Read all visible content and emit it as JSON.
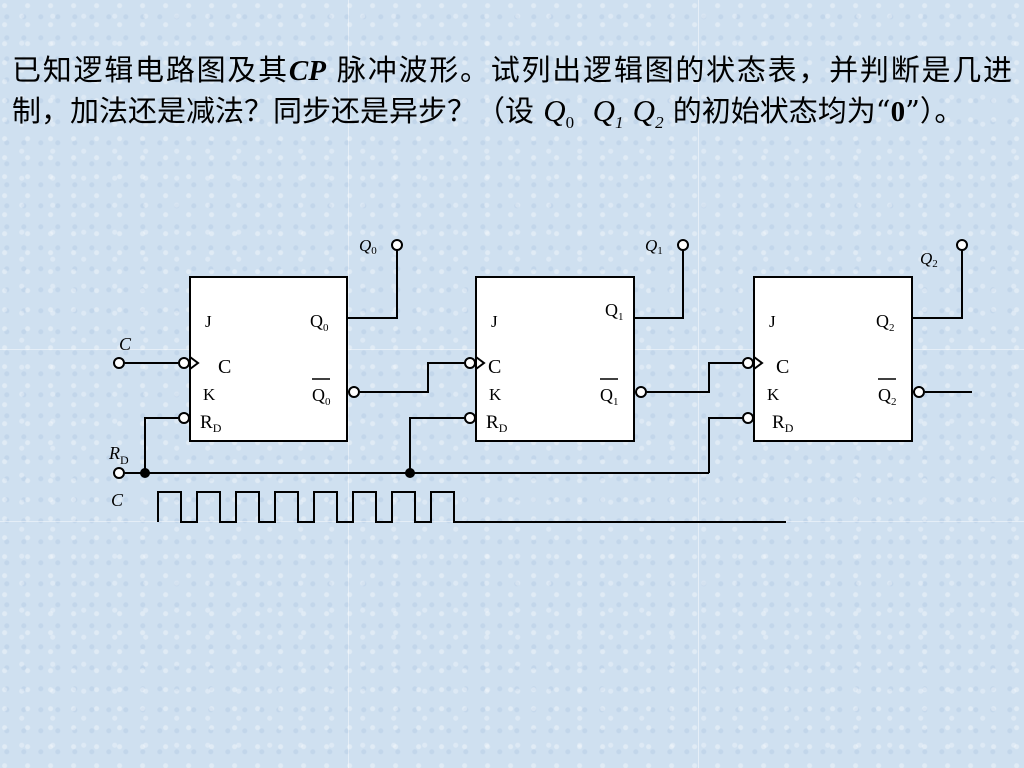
{
  "problem": {
    "part1": "已知逻辑电路图及其",
    "cp": "CP",
    "part2": " 脉冲波形。试列出逻辑图的状态表，并判断是几进制，加法还是减法？同步还是异步？（设 ",
    "q0": "Q",
    "q0_sub": "0",
    "q1": "Q",
    "q1_sub": "1",
    "q2": "Q",
    "q2_sub": "2",
    "part3": " 的初始状态均为“",
    "zero": "0",
    "part4": "”）。"
  },
  "circuit": {
    "ff0": {
      "j": "J",
      "c": "C",
      "k": "K",
      "rd": "R",
      "rd_sub": "D",
      "q": "Q",
      "q_sub": "0",
      "qbar": "Q",
      "qbar_sub": "0"
    },
    "ff1": {
      "j": "J",
      "c": "C",
      "k": "K",
      "rd": "R",
      "rd_sub": "D",
      "q": "Q",
      "q_sub": "1",
      "qbar": "Q",
      "qbar_sub": "1"
    },
    "ff2": {
      "j": "J",
      "c": "C",
      "k": "K",
      "rd": "R",
      "rd_sub": "D",
      "q": "Q",
      "q_sub": "2",
      "qbar": "Q",
      "qbar_sub": "2"
    },
    "out_q0": "Q",
    "out_q0_sub": "0",
    "out_q1": "Q",
    "out_q1_sub": "1",
    "out_q2": "Q",
    "out_q2_sub": "2",
    "input_c": "C",
    "input_rd": "R",
    "input_rd_sub": "D",
    "waveform_label": "C",
    "clock_pulses": 8
  }
}
